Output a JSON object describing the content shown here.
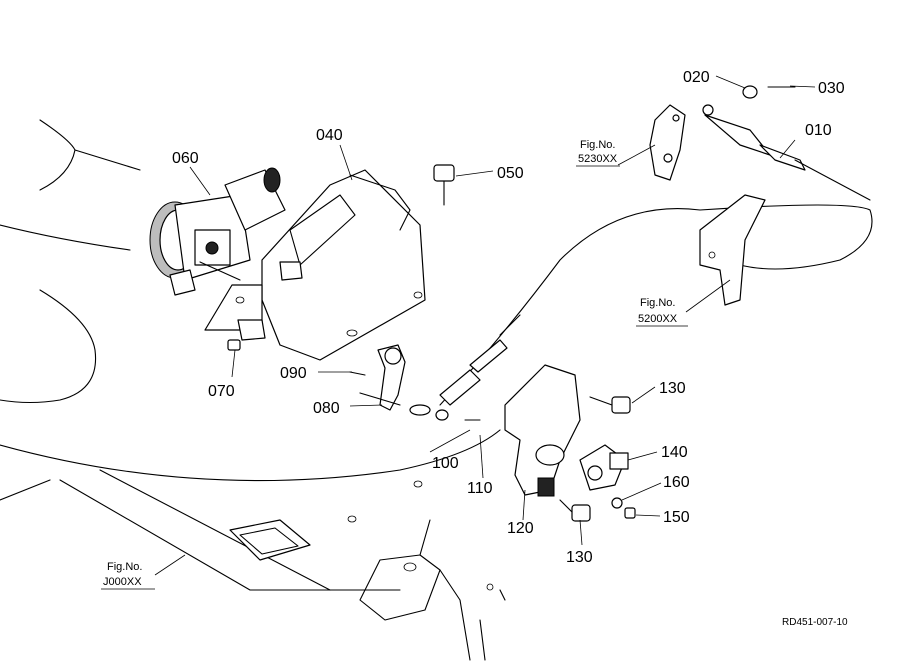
{
  "part_numbers": [
    "010",
    "020",
    "030",
    "040",
    "050",
    "060",
    "070",
    "080",
    "090",
    "100",
    "110",
    "120",
    "130",
    "130",
    "140",
    "150",
    "160"
  ],
  "fig_refs": [
    {
      "label": "Fig.No.",
      "code": "5230XX"
    },
    {
      "label": "Fig.No.",
      "code": "5200XX"
    },
    {
      "label": "Fig.No.",
      "code": "J000XX"
    }
  ],
  "drawing_code": "RD451-007-10"
}
